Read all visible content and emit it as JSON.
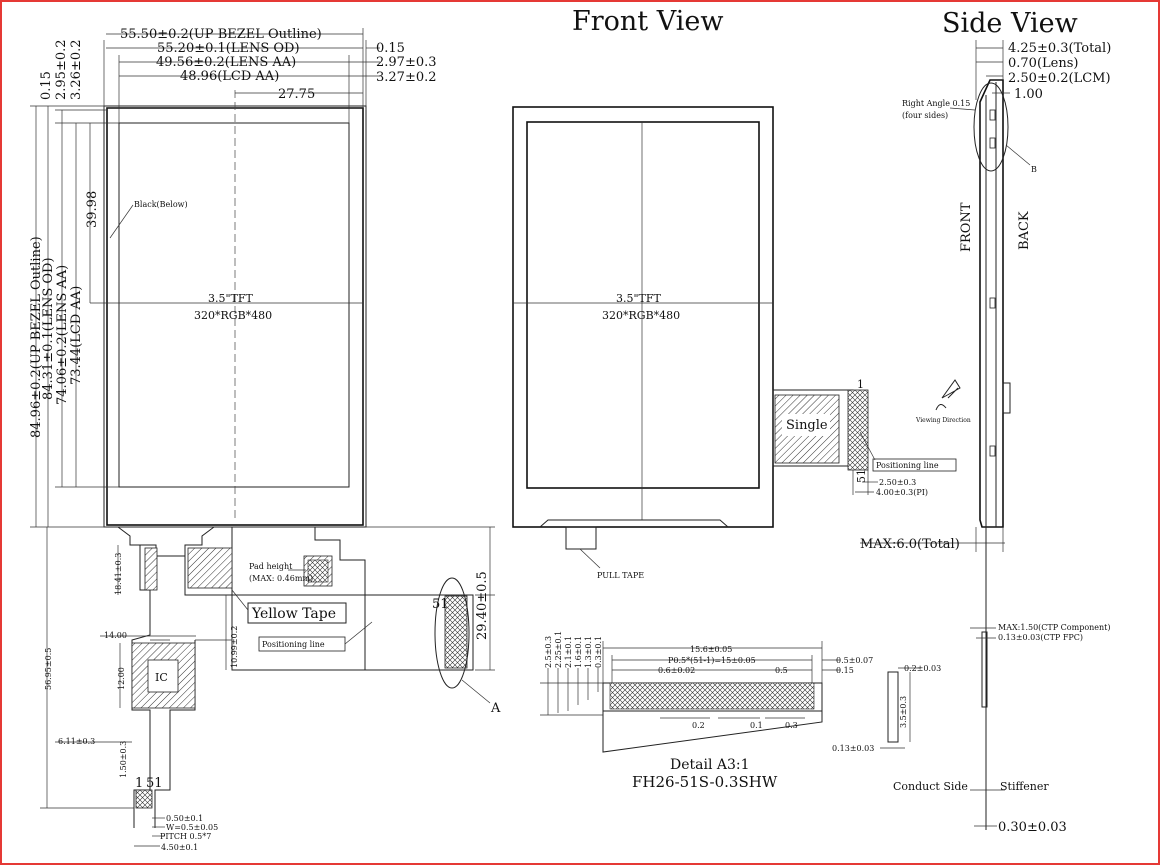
{
  "titles": {
    "front_view": "Front View",
    "side_view": "Side View"
  },
  "left_view": {
    "dim_bezel_width": "55.50±0.2(UP BEZEL Outline)",
    "dim_lens_od": "55.20±0.1(LENS OD)",
    "dim_lens_aa": "49.56±0.2(LENS AA)",
    "dim_lcd_aa": "48.96(LCD AA)",
    "dim_center": "27.75",
    "dim_right_015": "0.15",
    "dim_right_297": "2.97±0.3",
    "dim_right_327": "3.27±0.2",
    "dim_v_015": "0.15",
    "dim_v_295": "2.95±0.2",
    "dim_v_326": "3.26±0.2",
    "dim_v_8496": "84.96±0.2(UP BEZEL Outline)",
    "dim_v_8431": "84.31±0.1(LENS OD)",
    "dim_v_7406": "74.06±0.2(LENS AA)",
    "dim_v_7344": "73.44(LCD AA)",
    "dim_v_3998": "39.98",
    "black_below": "Black(Below)",
    "tft_line1": "3.5\"TFT",
    "tft_line2": "320*RGB*480",
    "pad_height_1": "Pad height",
    "pad_height_2": "(MAX: 0.46mm)",
    "yellow_tape": "Yellow Tape",
    "positioning_line": "Positioning line",
    "dim_2940": "29.40±0.5",
    "label_51": "51",
    "label_A": "A",
    "dim_1841": "18.41±0.3",
    "dim_1400": "14.00",
    "dim_1200": "12.00",
    "dim_1099": "10.99±0.2",
    "dim_5695": "56.95±0.5",
    "ic": "IC",
    "dim_611": "6.11±0.3",
    "dim_150": "1.50±0.3",
    "fpc_1": "1",
    "fpc_51": "51",
    "dim_050": "0.50±0.1",
    "dim_w": "W=0.5±0.05",
    "dim_pitch": "PITCH 0.5*7",
    "dim_450": "4.50±0.1"
  },
  "front_view": {
    "tft_line1": "3.5\"TFT",
    "tft_line2": "320*RGB*480",
    "pull_tape": "PULL TAPE",
    "single": "Single",
    "pin_1": "1",
    "pin_51": "51",
    "positioning_line": "Positioning line",
    "dim_250": "2.50±0.3",
    "dim_400": "4.00±0.3(PI)"
  },
  "detail": {
    "dim_156": "15.6±0.05",
    "dim_p05": "P0.5*(51-1)=15±0.05",
    "dim_6": "0.6±0.02",
    "dim_05a": "0.5",
    "dim_05b": "0.5±0.07",
    "dim_015": "0.15",
    "dim_02": "0.2",
    "dim_01": "0.1",
    "dim_03": "0.3",
    "v_25": "2.5±0.3",
    "v_225": "2.25±0.1",
    "v_21": "2.1±0.1",
    "v_16": "1.6±0.1",
    "v_13": "1.3±0.1",
    "v_03": "0.3±0.1",
    "dim_02r": "0.2±0.03",
    "dim_35": "3.5±0.3",
    "dim_013": "0.13±0.03",
    "title1": "Detail A3:1",
    "title2": "FH26-51S-0.3SHW"
  },
  "side_view": {
    "dim_total": "4.25±0.3(Total)",
    "dim_lens": "0.70(Lens)",
    "dim_lcm": "2.50±0.2(LCM)",
    "dim_100": "1.00",
    "right_angle_1": "Right Angle 0.15",
    "right_angle_2": "(four sides)",
    "label_B": "B",
    "front": "FRONT",
    "back": "BACK",
    "viewing_direction": "Viewing Direction",
    "max_total": "MAX:6.0(Total)",
    "max_ctp": "MAX:1.50(CTP Component)",
    "ctp_fpc": "0.13±0.03(CTP FPC)",
    "conduct_side": "Conduct Side",
    "stiffener": "Stiffener",
    "dim_030": "0.30±0.03"
  }
}
